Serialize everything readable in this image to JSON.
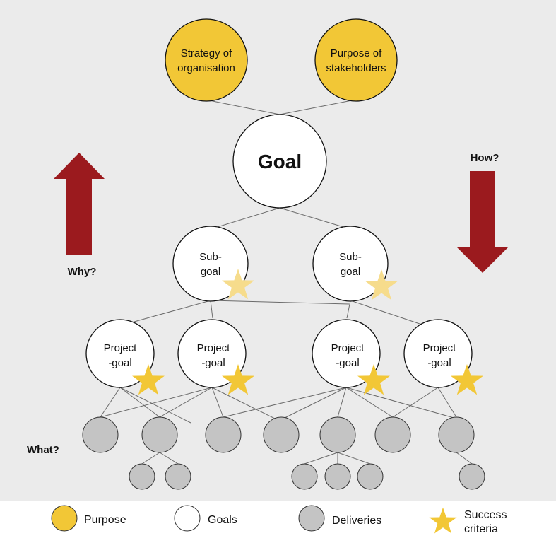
{
  "colors": {
    "background": "#ebebeb",
    "purpose_fill": "#f2c736",
    "goal_fill": "#ffffff",
    "delivery_fill": "#c4c4c4",
    "star_fill": "#f2c736",
    "star_faded_fill": "#f6dc8c",
    "arrow_fill": "#9b1a1e",
    "legend_band": "#ffffff"
  },
  "purposes": {
    "strategy": [
      "Strategy of",
      "organisation"
    ],
    "stakeholders": [
      "Purpose of",
      "stakeholders"
    ]
  },
  "goal": {
    "label": "Goal"
  },
  "subgoals": [
    {
      "line1": "Sub-",
      "line2": "goal"
    },
    {
      "line1": "Sub-",
      "line2": "goal"
    }
  ],
  "project_goals": [
    {
      "line1": "Project",
      "line2": "-goal"
    },
    {
      "line1": "Project",
      "line2": "-goal"
    },
    {
      "line1": "Project",
      "line2": "-goal"
    },
    {
      "line1": "Project",
      "line2": "-goal"
    }
  ],
  "side_labels": {
    "why": "Why?",
    "how": "How?",
    "what": "What?"
  },
  "legend": {
    "purpose": "Purpose",
    "goals": "Goals",
    "deliveries": "Deliveries",
    "success_line1": "Success",
    "success_line2": "criteria"
  },
  "icons": {
    "up_arrow": "up-arrow-icon",
    "down_arrow": "down-arrow-icon",
    "star": "star-icon"
  }
}
